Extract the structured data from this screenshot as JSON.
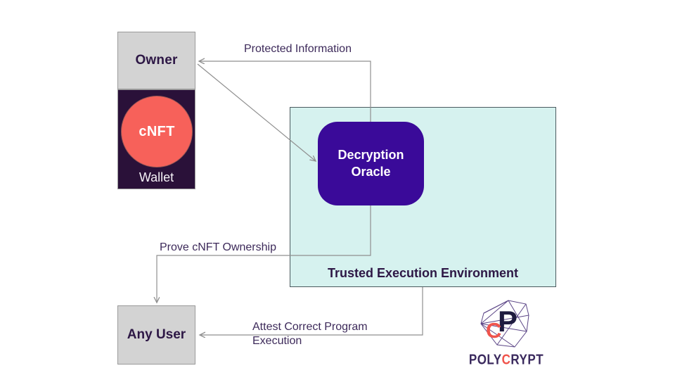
{
  "diagram": {
    "owner": {
      "label": "Owner"
    },
    "wallet": {
      "label": "Wallet",
      "cnft_label": "cNFT"
    },
    "tee": {
      "label": "Trusted Execution Environment"
    },
    "oracle": {
      "label": "Decryption Oracle"
    },
    "any_user": {
      "label": "Any User"
    },
    "edges": [
      {
        "label": "Protected Information",
        "from": "decryption-oracle",
        "to": "owner"
      },
      {
        "label": "",
        "from": "owner",
        "to": "decryption-oracle"
      },
      {
        "label": "Prove cNFT Ownership",
        "from": "decryption-oracle",
        "to": "any-user"
      },
      {
        "label": "Attest Correct Program Execution",
        "from": "trusted-execution-environment",
        "to": "any-user"
      }
    ]
  },
  "logo": {
    "mark_p": "P",
    "mark_c": "C",
    "word_poly": "POLY",
    "word_c": "C",
    "word_rypt": "RYPT"
  },
  "colors": {
    "node_gray": "#d3d3d3",
    "wallet_purple": "#2a1139",
    "oracle_purple": "#3a0a99",
    "tee_fill": "#d6f2ef",
    "tee_border": "#4a5a5e",
    "cnft_coral": "#f7615a",
    "text_purple": "#3d2a5a",
    "title_purple": "#2d1745",
    "line_gray": "#8f8f8f",
    "logo_red": "#f0544c",
    "logo_navy": "#1f1b3f"
  }
}
